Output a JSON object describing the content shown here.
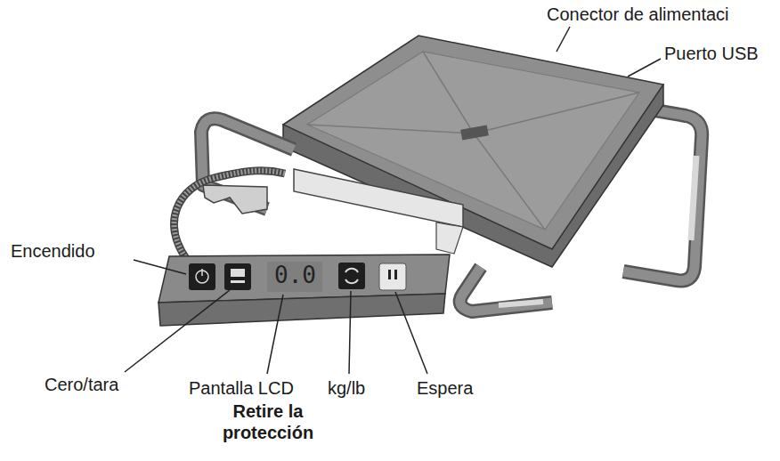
{
  "diagram": {
    "labels": [
      "Conector de alimentaci",
      "Puerto USB",
      "Encendido",
      "Cero/tara",
      "Pantalla LCD",
      "Retire la protección",
      "kg/lb",
      "Espera",
      "0.0"
    ]
  }
}
